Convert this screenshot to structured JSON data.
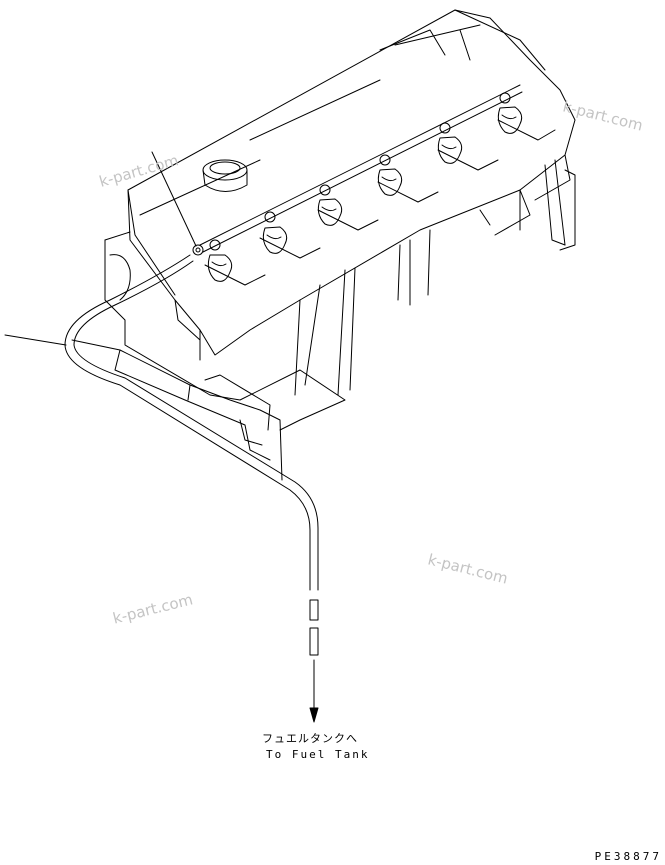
{
  "watermarks": [
    "k-part.com",
    "k-part.com",
    "k-part.com",
    "k-part.com"
  ],
  "destination": {
    "japanese": "フュエルタンクへ",
    "english": "To Fuel Tank"
  },
  "drawing_code": "PE38877"
}
